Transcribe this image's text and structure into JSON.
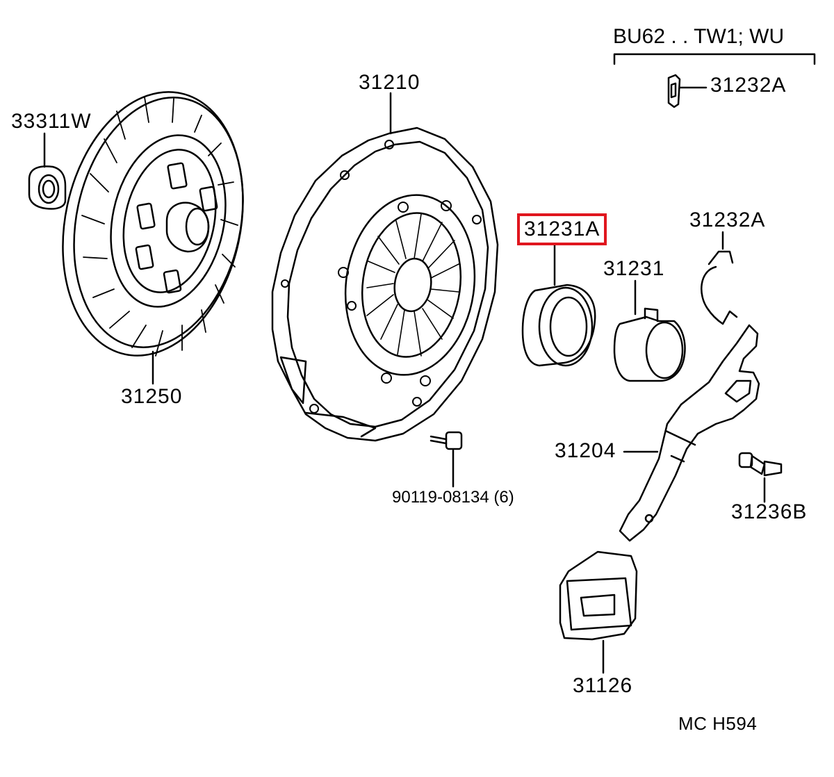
{
  "diagram": {
    "group_header": "BU62 . . TW1; WU",
    "highlight_color": "#e0161e",
    "highlighted_part": "31231A",
    "parts": {
      "p33311W": "33311W",
      "p31210": "31210",
      "p31232A_top": "31232A",
      "p31231A": "31231A",
      "p31232A_mid": "31232A",
      "p31231": "31231",
      "p31250": "31250",
      "p31204": "31204",
      "p90119": "90119-08134  (6)",
      "p31236B": "31236B",
      "p31126": "31126"
    },
    "diagram_code": "MC H594"
  }
}
